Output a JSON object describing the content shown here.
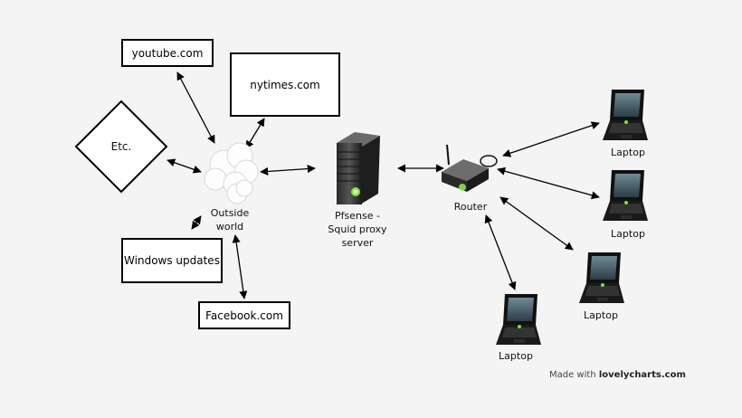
{
  "sites": {
    "youtube": "youtube.com",
    "nytimes": "nytimes.com",
    "etc": "Etc.",
    "windows_updates": "Windows updates",
    "facebook": "Facebook.com"
  },
  "cloud": {
    "line1": "Outside",
    "line2": "world"
  },
  "server": {
    "line1": "Pfsense -",
    "line2": "Squid proxy",
    "line3": "server"
  },
  "router": {
    "label": "Router"
  },
  "laptops": [
    {
      "label": "Laptop"
    },
    {
      "label": "Laptop"
    },
    {
      "label": "Laptop"
    },
    {
      "label": "Laptop"
    }
  ],
  "credit": {
    "prefix": "Made with",
    "brand": "lovelycharts.com"
  }
}
